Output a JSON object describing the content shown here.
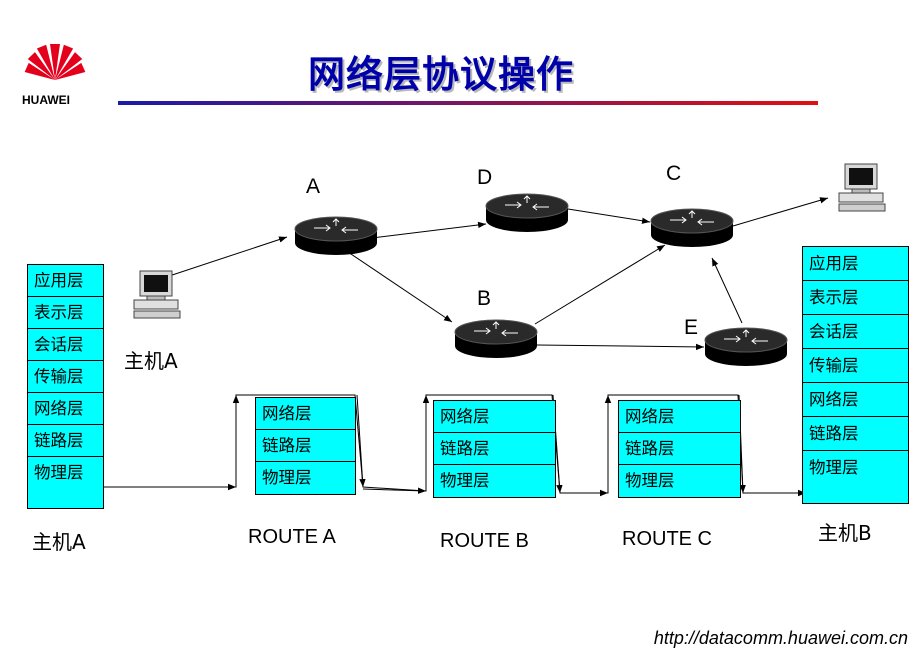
{
  "brand": "HUAWEI",
  "title": "网络层协议操作",
  "url": "http://datacomm.huawei.com.cn",
  "routers": {
    "A": "A",
    "B": "B",
    "C": "C",
    "D": "D",
    "E": "E"
  },
  "hosts": {
    "host_a": "主机A",
    "host_b": "主机B"
  },
  "layers_full": [
    "应用层",
    "表示层",
    "会话层",
    "传输层",
    "网络层",
    "链路层",
    "物理层"
  ],
  "layers_router": [
    "网络层",
    "链路层",
    "物理层"
  ],
  "captions": {
    "host_a": "主机A",
    "route_a": "ROUTE A",
    "route_b": "ROUTE B",
    "route_c": "ROUTE C",
    "host_b": "主机B"
  },
  "colors": {
    "title": "#0000aa",
    "layer_fill": "#00ffff",
    "logo": "#e4001c"
  }
}
